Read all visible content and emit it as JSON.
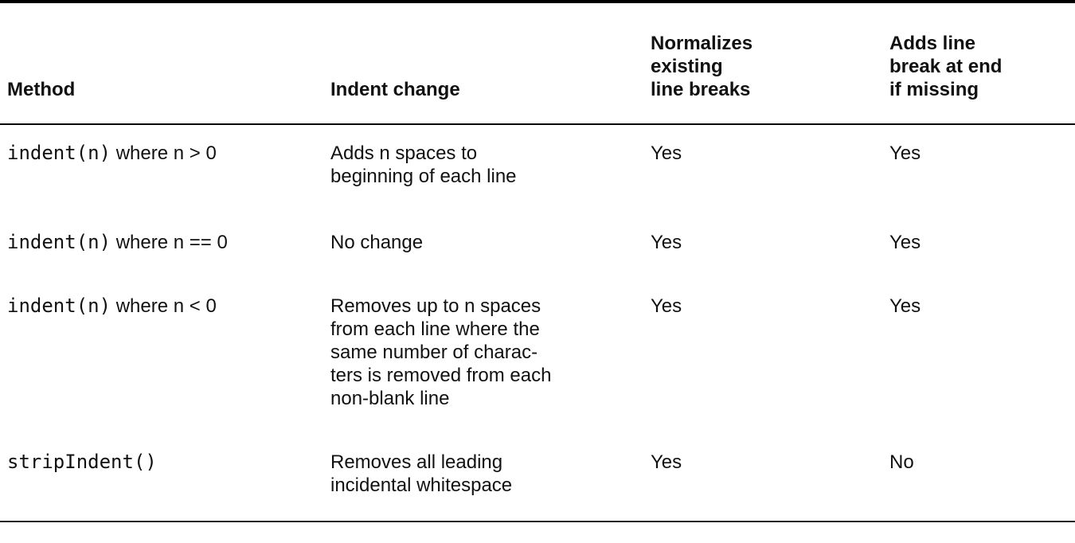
{
  "table": {
    "headers": {
      "method": "Method",
      "indent_change": "Indent change",
      "normalizes": "Normalizes\nexisting\nline breaks",
      "adds_line_break": "Adds line\nbreak at end\nif missing"
    },
    "rows": [
      {
        "method_code": "indent(n)",
        "method_condition": " where n > 0",
        "indent_change": "Adds n spaces to\nbeginning of each line",
        "normalizes": "Yes",
        "adds_line_break": "Yes"
      },
      {
        "method_code": "indent(n)",
        "method_condition": " where n == 0",
        "indent_change": "No change",
        "normalizes": "Yes",
        "adds_line_break": "Yes"
      },
      {
        "method_code": "indent(n)",
        "method_condition": " where n < 0",
        "indent_change": "Removes up to n spaces\nfrom each line where the\nsame number of charac-\nters is removed from each\nnon-blank line",
        "normalizes": "Yes",
        "adds_line_break": "Yes"
      },
      {
        "method_code": "stripIndent()",
        "method_condition": "",
        "indent_change": "Removes all leading\nincidental whitespace",
        "normalizes": "Yes",
        "adds_line_break": "No"
      }
    ]
  }
}
